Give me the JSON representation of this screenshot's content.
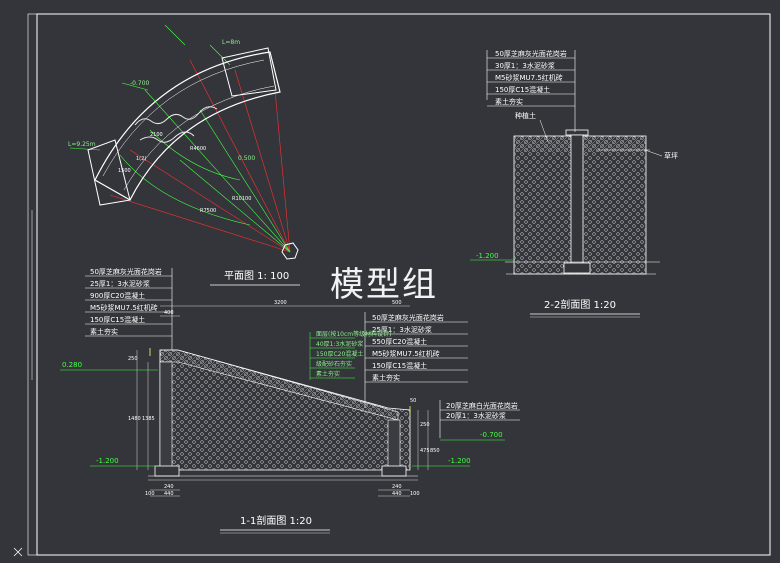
{
  "watermark": "模型组",
  "colors": {
    "background": "#33353a",
    "line": "#ffffff",
    "accent_green": "#44ff44",
    "accent_red": "#ff3030",
    "accent_yellow": "#ffff55"
  },
  "plan": {
    "title": "平面图 1: 100",
    "labels": {
      "r1": "L=9.25m",
      "r2": "L=8m",
      "lvl_a": "-0.700",
      "lvl_b": "0.500",
      "dim_a": "R7500",
      "dim_b": "R10100",
      "dim_c": "R4600",
      "dim_d": "1500",
      "dim_e": "2100",
      "dim_f": "1(2)"
    }
  },
  "section22": {
    "title": "2-2剖面图 1:20",
    "layers": [
      "50厚芝麻灰光面花岗岩",
      "30厚1：3水泥砂浆",
      "M5砂浆MU7.5红机砖",
      "150厚C15混凝土",
      "素土夯实"
    ],
    "left_note": "种植土",
    "right_note": "草坪",
    "level": "-1.200"
  },
  "section11": {
    "title": "1-1剖面图 1:20",
    "left_layers": [
      "50厚芝麻灰光面花岗岩",
      "25厚1：3水泥砂浆",
      "900厚C20混凝土",
      "M5砂浆MU7.5红机砖",
      "150厚C15混凝土",
      "素土夯实"
    ],
    "mid_notes": [
      "面层(按10cm等级材料设计)",
      "40厚1:3水泥砂浆",
      "150厚C20混凝土",
      "级配砂石夯实",
      "素土夯实"
    ],
    "right_layers": [
      "50厚芝麻灰光面花岗岩",
      "25厚1：3水泥砂浆",
      "550厚C20混凝土",
      "M5砂浆MU7.5红机砖",
      "150厚C15混凝土",
      "素土夯实"
    ],
    "bottom_layers": [
      "20厚芝麻白光面花岗岩",
      "20厚1：3水泥砂浆"
    ],
    "levels": {
      "top_left": "0.280",
      "bottom_left": "-1.200",
      "bottom_right": "-1.200",
      "right_step": "-0.700"
    },
    "dims": {
      "top": "3200",
      "top_right": "500",
      "left_a": "400",
      "left_b": "1480",
      "left_c": "1385",
      "left_d": "250",
      "bot_l1": "240",
      "bot_l2": "440",
      "bot_l3": "100",
      "bot_r1": "240",
      "bot_r2": "440",
      "bot_r3": "100",
      "right_a": "250",
      "right_b": "475",
      "right_c": "850",
      "right_d": "50"
    }
  }
}
